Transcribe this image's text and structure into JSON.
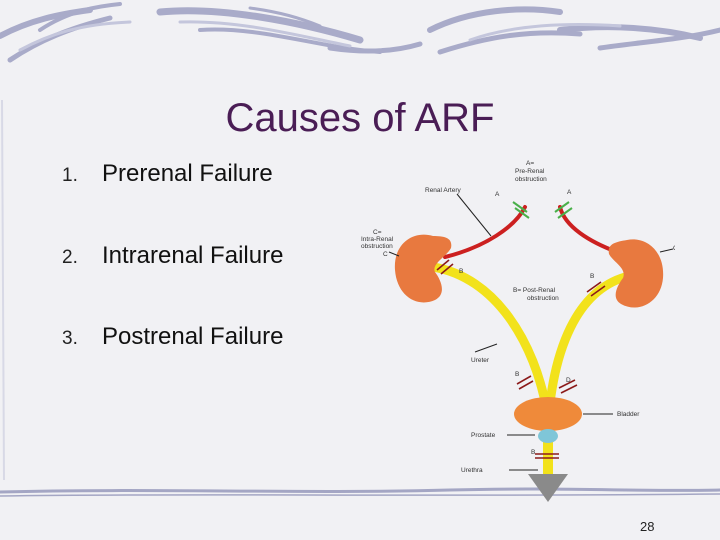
{
  "slide": {
    "title": "Causes of ARF",
    "items": [
      {
        "number": "1.",
        "text": "Prerenal Failure"
      },
      {
        "number": "2.",
        "text": "Intrarenal Failure"
      },
      {
        "number": "3.",
        "text": "Postrenal Failure"
      }
    ],
    "page_number": "28"
  },
  "diagram": {
    "labels": {
      "a_eq": "A=",
      "pre_renal_1": "Pre-Renal",
      "pre_renal_2": "obstruction",
      "renal_artery": "Renal Artery",
      "a_left": "A",
      "a_right": "A",
      "c_eq": "C=",
      "intra_renal_1": "Intra-Renal",
      "intra_renal_2": "obstruction",
      "c_left": "C",
      "c_right": "C",
      "b_left_kidney": "B",
      "b_right_kidney": "B",
      "b_eq": "B= Post-Renal",
      "post_renal_2": "obstruction",
      "ureter": "Ureter",
      "b_ureter": "B",
      "d_ureter": "D",
      "bladder": "Bladder",
      "prostate": "Prostate",
      "b_urethra": "B",
      "urethra": "Urethra"
    },
    "colors": {
      "kidney": "#e8793f",
      "artery": "#cc2020",
      "ureter": "#f2e21b",
      "bladder": "#ef8a3a",
      "prostate": "#7fc6d8",
      "funnel": "#8a8a8a"
    }
  }
}
